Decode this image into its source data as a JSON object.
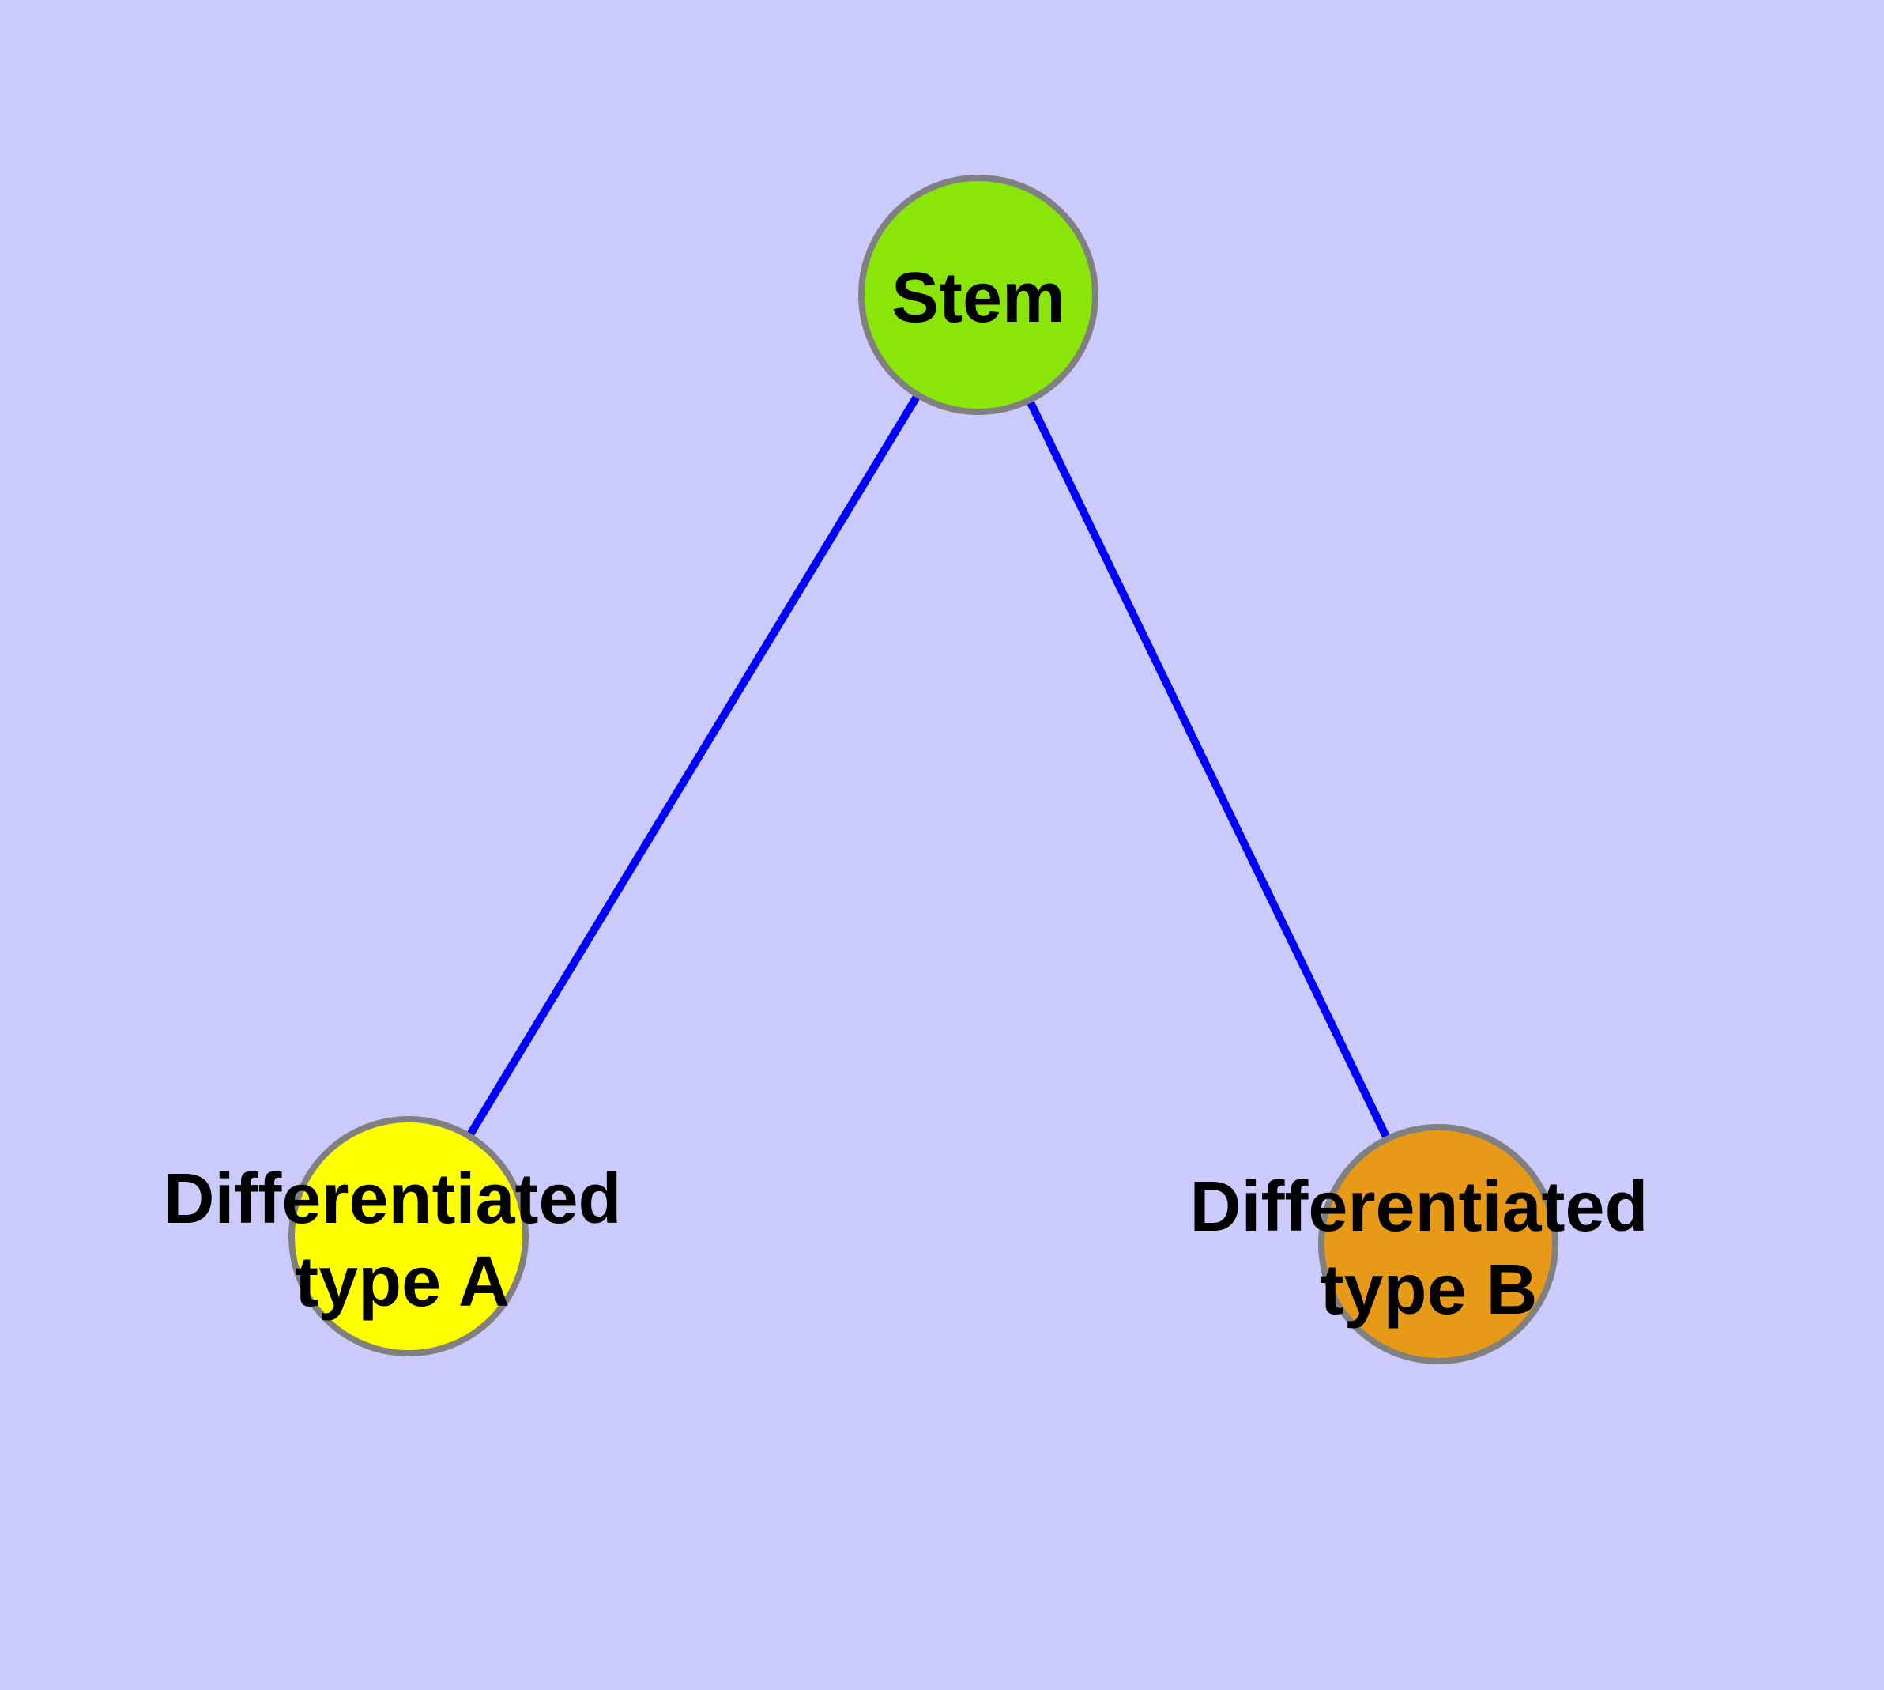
{
  "diagram": {
    "type": "graph",
    "description": "Stem cell differentiation tree: one stem node linked to two differentiated cell-type nodes",
    "background_color": "#CACAFB",
    "edge_color": "#0000FF",
    "node_border_color": "#808080",
    "label_color": "#000000",
    "nodes": [
      {
        "id": "stem",
        "label": "Stem",
        "fill": "#89E608"
      },
      {
        "id": "type-a",
        "label_line1": "Differentiated",
        "label_line2": "type A",
        "fill": "#FFFF00"
      },
      {
        "id": "type-b",
        "label_line1": "Differentiated",
        "label_line2": "type B",
        "fill": "#E69A18"
      }
    ],
    "edges": [
      {
        "from": "Stem",
        "to": "Differentiated type A"
      },
      {
        "from": "Stem",
        "to": "Differentiated type B"
      }
    ]
  }
}
